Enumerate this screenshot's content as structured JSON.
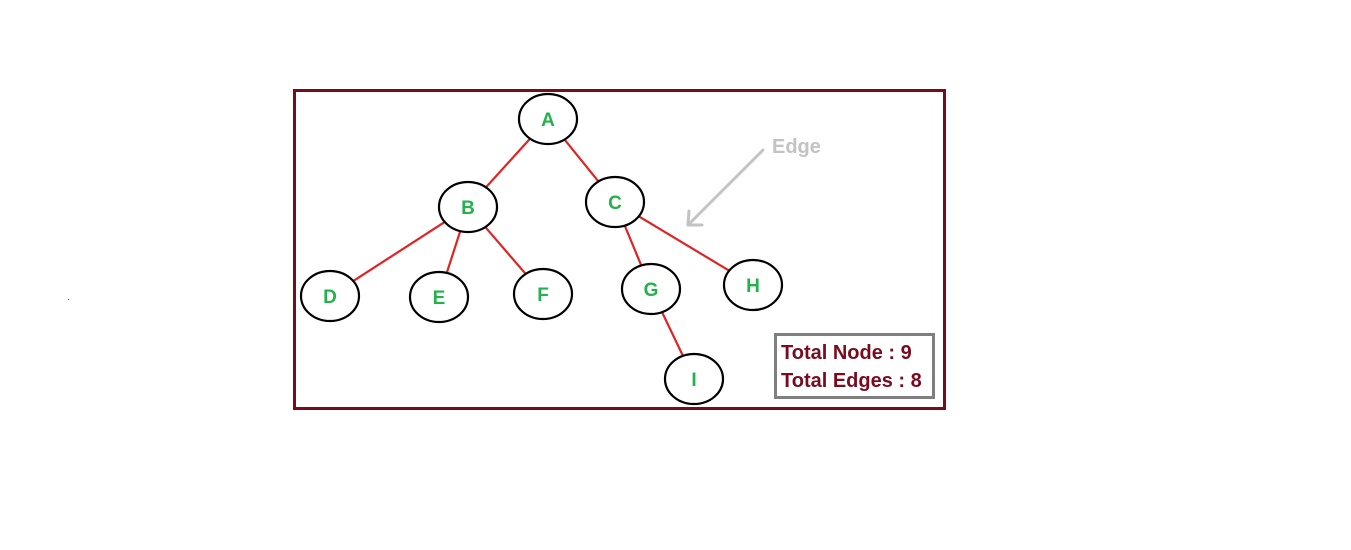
{
  "tree": {
    "nodes": [
      {
        "id": "A",
        "label": "A"
      },
      {
        "id": "B",
        "label": "B"
      },
      {
        "id": "C",
        "label": "C"
      },
      {
        "id": "D",
        "label": "D"
      },
      {
        "id": "E",
        "label": "E"
      },
      {
        "id": "F",
        "label": "F"
      },
      {
        "id": "G",
        "label": "G"
      },
      {
        "id": "H",
        "label": "H"
      },
      {
        "id": "I",
        "label": "I"
      }
    ],
    "edges": [
      [
        "A",
        "B"
      ],
      [
        "A",
        "C"
      ],
      [
        "B",
        "D"
      ],
      [
        "B",
        "E"
      ],
      [
        "B",
        "F"
      ],
      [
        "C",
        "G"
      ],
      [
        "C",
        "H"
      ],
      [
        "G",
        "I"
      ]
    ]
  },
  "annotation": {
    "label": "Edge"
  },
  "totals": {
    "nodes_text": "Total Node : 9",
    "edges_text": "Total Edges : 8"
  },
  "colors": {
    "frame": "#7a0a1e",
    "edge": "#e02424",
    "node_label": "#22b14c",
    "node_outline": "#000000",
    "annotation": "#c3c3c3",
    "totals_text": "#7a0a1e",
    "totals_border": "#7f7f7f"
  }
}
